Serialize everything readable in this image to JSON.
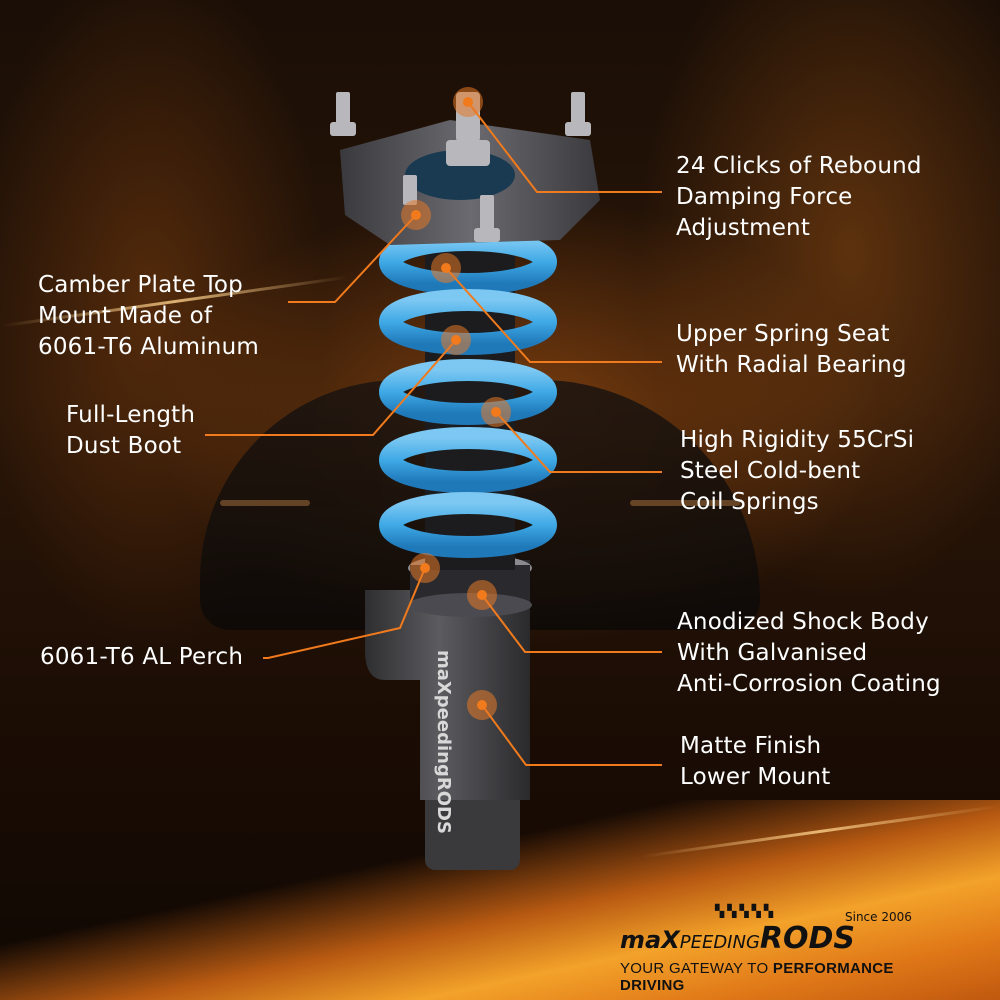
{
  "callouts": {
    "rebound": {
      "lines": [
        "24 Clicks of Rebound",
        "Damping Force",
        "Adjustment"
      ]
    },
    "camber": {
      "lines": [
        "Camber Plate Top",
        "Mount Made of",
        "6061-T6 Aluminum"
      ]
    },
    "spring_seat": {
      "lines": [
        "Upper Spring Seat",
        "With Radial Bearing"
      ]
    },
    "dust_boot": {
      "lines": [
        "Full-Length",
        "Dust Boot"
      ]
    },
    "springs": {
      "lines": [
        "High Rigidity 55CrSi",
        "Steel Cold-bent",
        "Coil Springs"
      ]
    },
    "perch": {
      "lines": [
        "6061-T6 AL Perch"
      ]
    },
    "shock_body": {
      "lines": [
        "Anodized Shock Body",
        "With Galvanised",
        "Anti-Corrosion Coating"
      ]
    },
    "lower_mount": {
      "lines": [
        "Matte Finish",
        "Lower Mount"
      ]
    }
  },
  "brand": {
    "name_prefix": "maX",
    "name_mid": "PEEDING",
    "name_suffix": "RODS",
    "since": "Since 2006",
    "tagline_light": "YOUR GATEWAY TO ",
    "tagline_bold": "PERFORMANCE DRIVING",
    "body_print": "maXpeedingRODS"
  },
  "colors": {
    "accent": "#f07a1c",
    "spring": "#3fa9e6",
    "shock_body": "#4a4a4c",
    "text": "#ffffff"
  }
}
